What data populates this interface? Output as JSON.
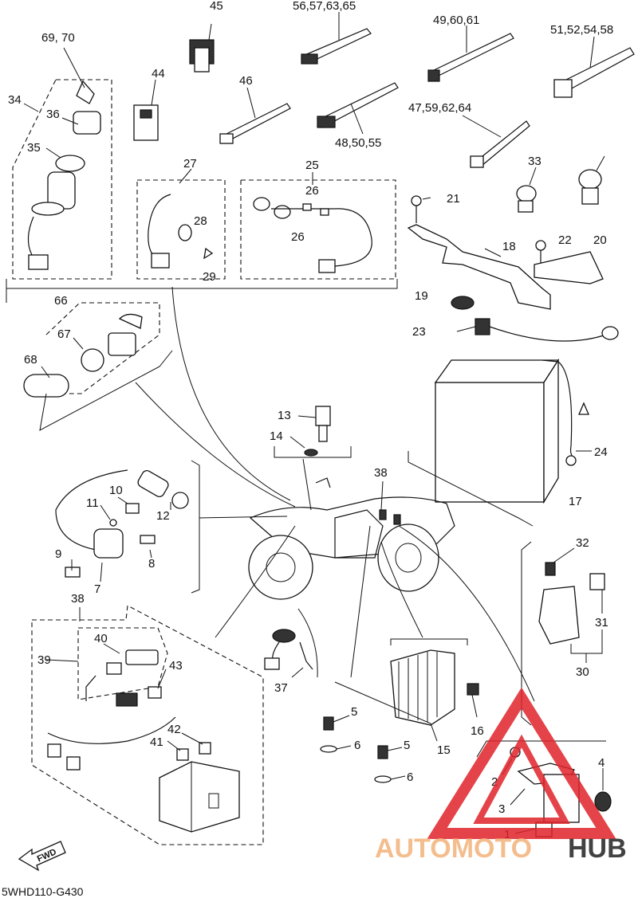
{
  "diagram": {
    "footer_code": "5WHD110-G430",
    "fwd_label": "FWD",
    "watermark": {
      "part1": "AUTOMOTO",
      "part2": "HUB",
      "color_main": "#f3b27a",
      "color_triangle": "#e0242a"
    },
    "callouts": {
      "c1": "1",
      "c2": "2",
      "c3": "3",
      "c4": "4",
      "c5a": "5",
      "c5b": "5",
      "c6a": "6",
      "c6b": "6",
      "c7": "7",
      "c8": "8",
      "c9": "9",
      "c10": "10",
      "c11": "11",
      "c12": "12",
      "c13": "13",
      "c14": "14",
      "c15": "15",
      "c16": "16",
      "c17": "17",
      "c18": "18",
      "c19": "19",
      "c20": "20",
      "c21": "21",
      "c22": "22",
      "c23": "23",
      "c24": "24",
      "c25": "25",
      "c26a": "26",
      "c26b": "26",
      "c27": "27",
      "c28": "28",
      "c29": "29",
      "c30": "30",
      "c31": "31",
      "c32": "32",
      "c33": "33",
      "c34": "34",
      "c35": "35",
      "c36": "36",
      "c37": "37",
      "c38a": "38",
      "c38b": "38",
      "c39": "39",
      "c40": "40",
      "c41": "41",
      "c42": "42",
      "c43": "43",
      "c44": "44",
      "c45": "45",
      "c46": "46",
      "c47": "47,59,62,64",
      "c48": "48,50,55",
      "c49": "49,60,61",
      "c51": "51,52,54,58",
      "c56": "56,57,63,65",
      "c66": "66",
      "c67": "67",
      "c68": "68",
      "c69": "69, 70"
    }
  }
}
